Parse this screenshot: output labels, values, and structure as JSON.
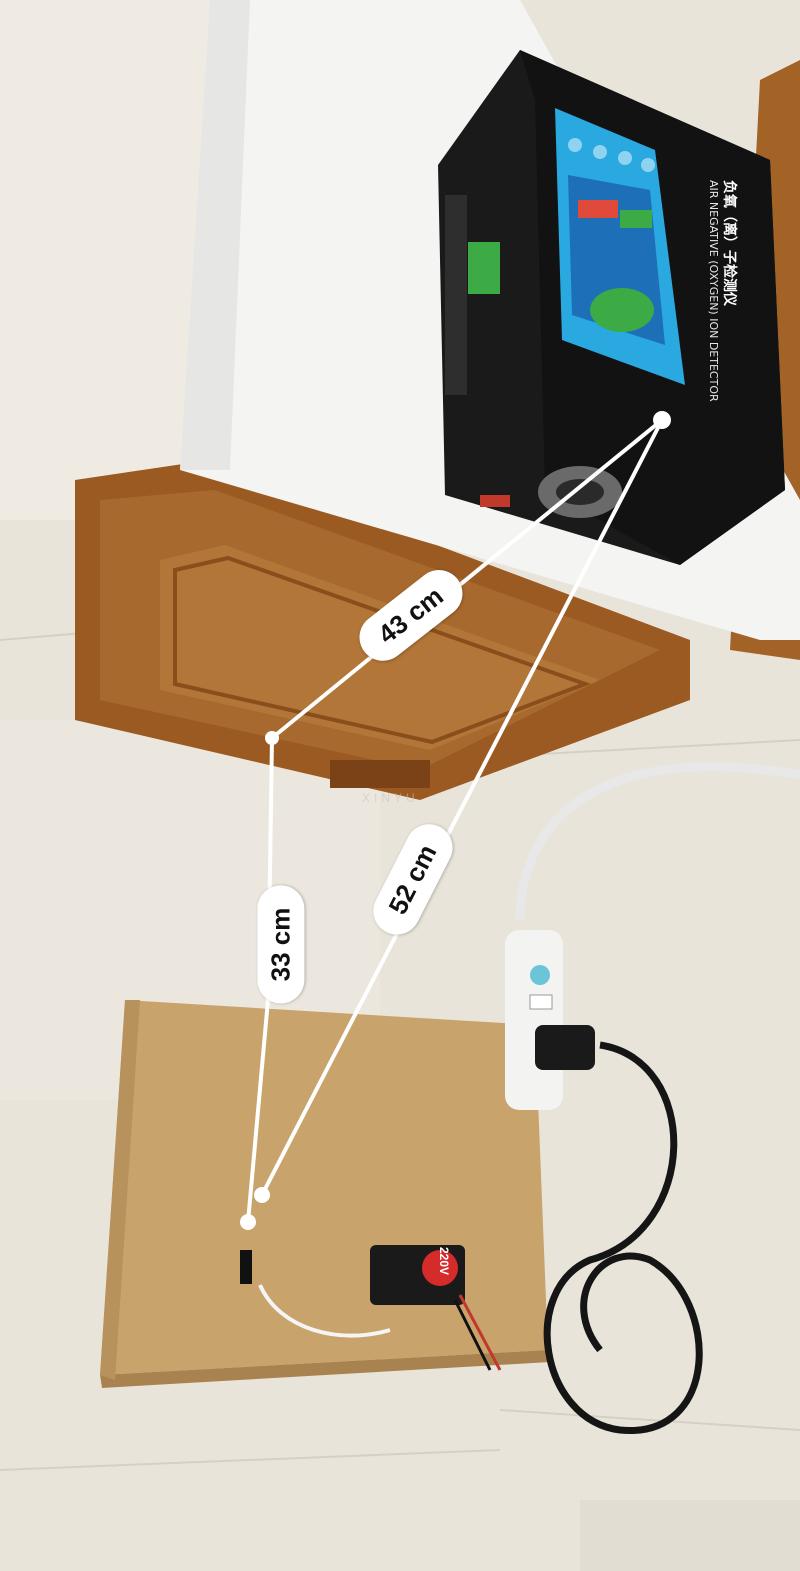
{
  "measurements": [
    {
      "id": "m43",
      "label": "43 cm"
    },
    {
      "id": "m52",
      "label": "52 cm"
    },
    {
      "id": "m33",
      "label": "33 cm"
    }
  ],
  "device": {
    "title_en": "AIR NEGATIVE (OXYGEN) ION DETECTOR",
    "title_cn": "负氧（离）子检测仪",
    "screen_color": "#2aa8e0"
  },
  "sensor_voltage": "220V",
  "watermark": "XINYU",
  "colors": {
    "floor": "#e9e4da",
    "foam": "#f4f4f2",
    "wood": "#a8692e",
    "device_body": "#1a1a1a",
    "cardboard": "#c9a36c",
    "measure_line": "#ffffff"
  }
}
